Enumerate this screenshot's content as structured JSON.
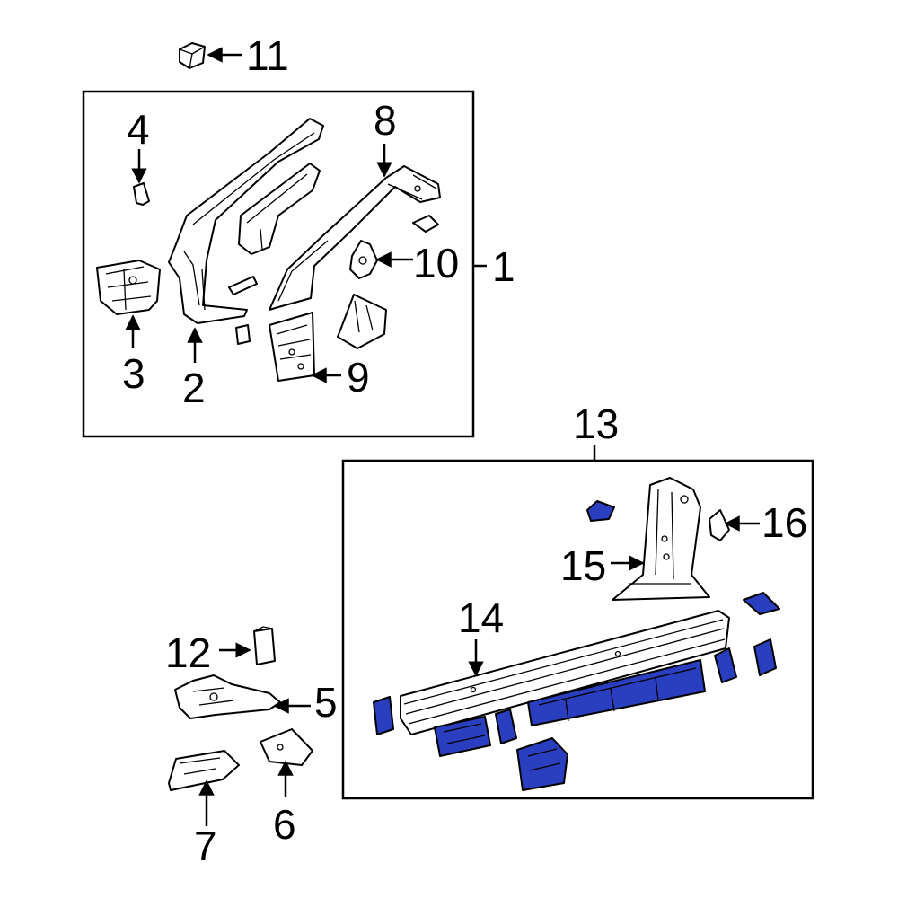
{
  "colors": {
    "highlight": "#2a3fbf",
    "line": "#000000",
    "background": "#ffffff"
  },
  "callouts": {
    "c1": "1",
    "c2": "2",
    "c3": "3",
    "c4": "4",
    "c5": "5",
    "c6": "6",
    "c7": "7",
    "c8": "8",
    "c9": "9",
    "c10": "10",
    "c11": "11",
    "c12": "12",
    "c13": "13",
    "c14": "14",
    "c15": "15",
    "c16": "16"
  }
}
